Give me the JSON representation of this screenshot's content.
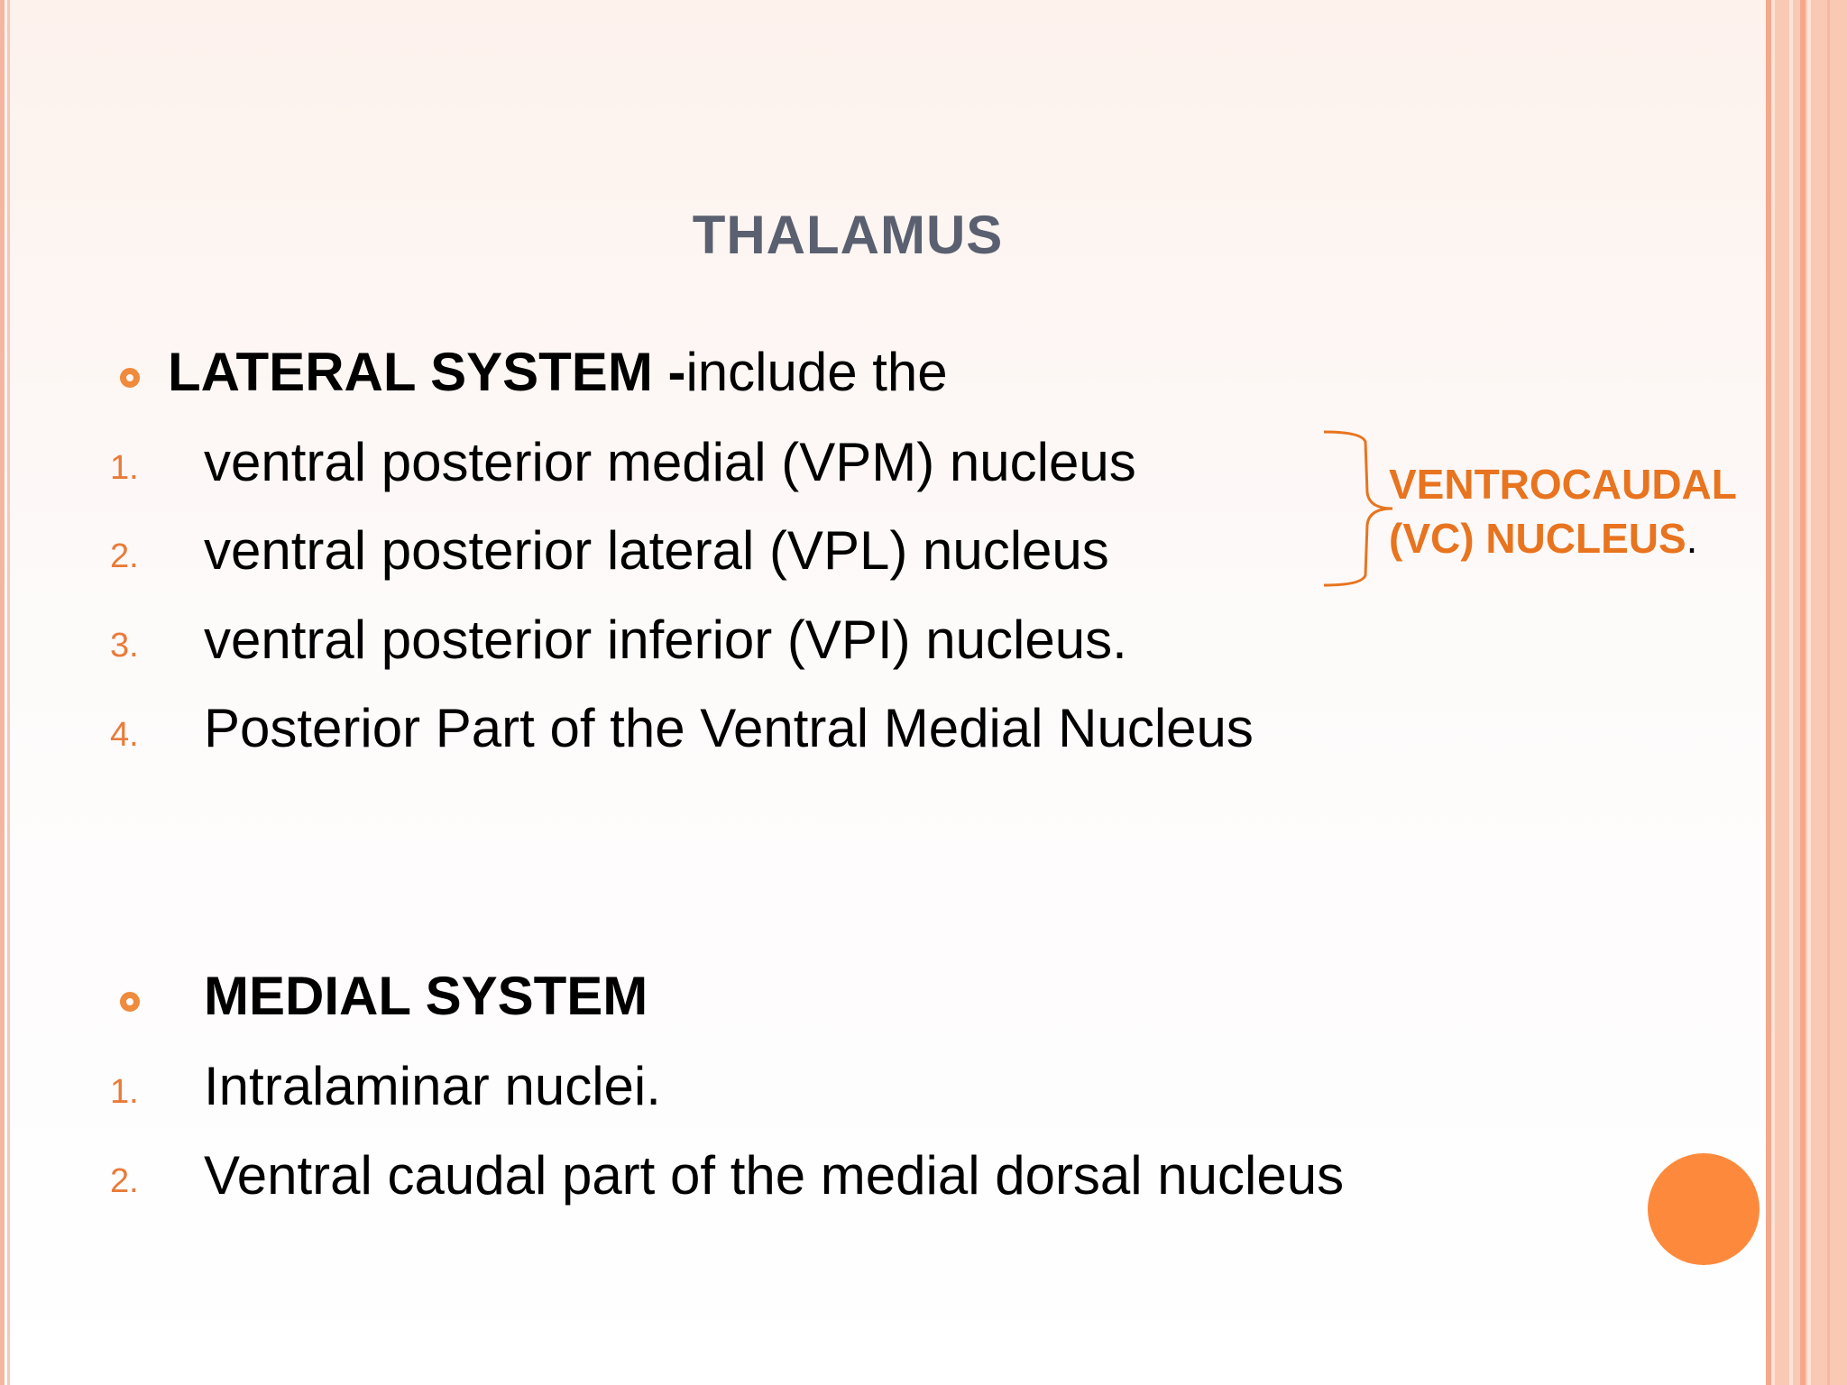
{
  "slide": {
    "title": "THALAMUS",
    "lateral": {
      "heading_bold": "LATERAL SYSTEM -",
      "heading_rest": "include the",
      "items": [
        {
          "num": "1.",
          "text": "ventral posterior medial (VPM) nucleus"
        },
        {
          "num": "2.",
          "text": "ventral posterior lateral (VPL) nucleus"
        },
        {
          "num": "3.",
          "text": "ventral posterior inferior (VPI) nucleus."
        },
        {
          "num": "4.",
          "text": "Posterior Part of the Ventral Medial Nucleus"
        }
      ],
      "brace_label_line1": "VENTROCAUDAL",
      "brace_label_line2": "(VC) NUCLEUS",
      "brace_label_end": "."
    },
    "medial": {
      "heading": "MEDIAL SYSTEM",
      "items": [
        {
          "num": "1.",
          "text": "Intralaminar nuclei."
        },
        {
          "num": "2.",
          "text": "Ventral caudal part of the medial dorsal nucleus"
        }
      ]
    }
  },
  "colors": {
    "accent": "#f08a3c",
    "title": "#5a6070",
    "label": "#e8741f",
    "stripe": "#f9c9b4"
  }
}
